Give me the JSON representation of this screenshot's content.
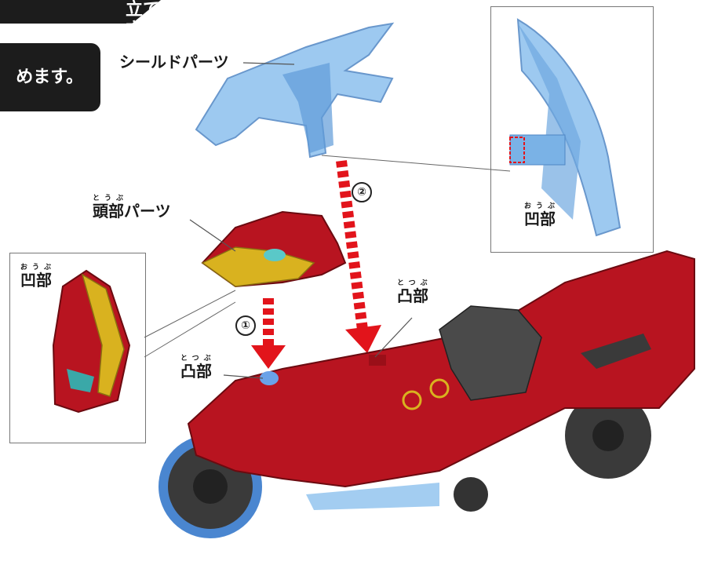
{
  "header": {
    "title_fragment": "立て方"
  },
  "note": {
    "text": "めます。"
  },
  "labels": {
    "shield_parts": "シールドパーツ",
    "head_parts": "頭部パーツ",
    "head_parts_ruby": "とうぶ",
    "concave_shield": "凹部",
    "concave_shield_ruby": "おうぶ",
    "concave_head": "凹部",
    "concave_head_ruby": "おうぶ",
    "convex_head": "凸部",
    "convex_head_ruby": "とつぶ",
    "convex_shield": "凸部",
    "convex_shield_ruby": "とつぶ"
  },
  "steps": {
    "step1": "①",
    "step2": "②"
  },
  "colors": {
    "bike_red": "#b81420",
    "bike_dark": "#7a0d14",
    "shield_blue": "#7fb4e8",
    "arrow_red": "#e2141b",
    "gold": "#d9b21f",
    "wheel": "#3a3a3a"
  }
}
